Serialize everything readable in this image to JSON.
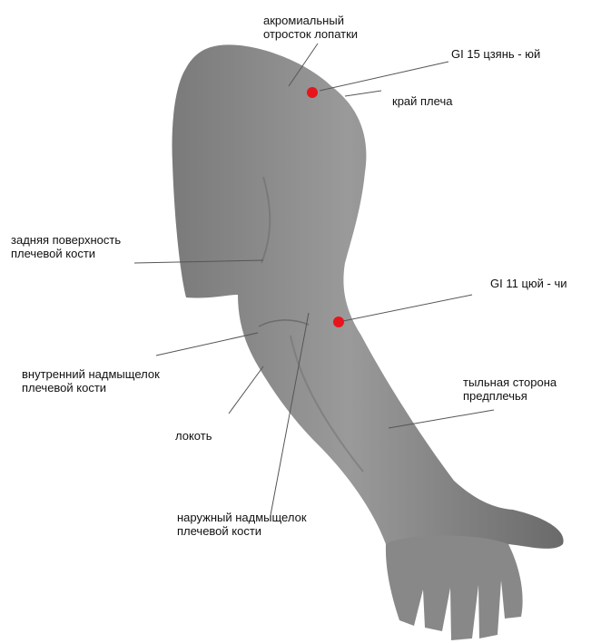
{
  "colors": {
    "background": "#ffffff",
    "skin": "#8a8a8a",
    "skin_shade": "#6e6e6e",
    "acupoint": "#e8141c",
    "leader_line": "#555555",
    "text": "#111111"
  },
  "labels": {
    "acromion": [
      "акромиальный",
      "отросток лопатки"
    ],
    "gi15": "GI 15 цзянь - юй",
    "shoulder_edge": "край плеча",
    "humerus_posterior": [
      "задняя поверхность",
      "плечевой кости"
    ],
    "gi11": "GI 11 цюй - чи",
    "medial_epicondyle": [
      "внутренний надмыщелок",
      "плечевой кости"
    ],
    "forearm_dorsal": [
      "тыльная сторона",
      "предплечья"
    ],
    "elbow": "локоть",
    "lateral_epicondyle": [
      "наружный надмыщелок",
      "плечевой кости"
    ]
  },
  "icons": {
    "acupoint": "red-dot"
  }
}
